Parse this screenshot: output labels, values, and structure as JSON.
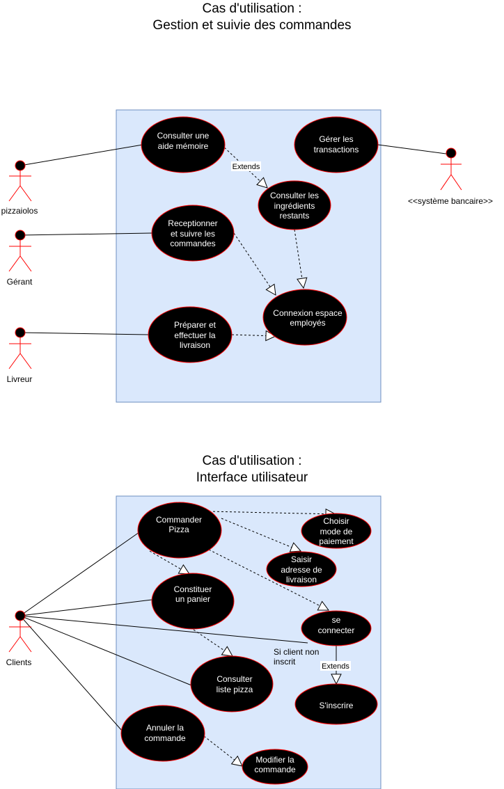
{
  "diagram1": {
    "title_line1": "Cas d'utilisation :",
    "title_line2": "Gestion et suivie des commandes",
    "actors": {
      "pizzaiolos": "pizzaiolos",
      "gerant": "Gérant",
      "livreur": "Livreur",
      "systeme_bancaire": "<<système bancaire>>"
    },
    "use_cases": {
      "consulter_aide": [
        "Consulter une",
        "aide mémoire"
      ],
      "gerer_transactions": [
        "Gérer les",
        "transactions"
      ],
      "consulter_ingredients": [
        "Consulter les",
        "ingrédients",
        "restants"
      ],
      "receptionner": [
        "Receptionner",
        "et suivre les",
        "commandes"
      ],
      "connexion": [
        "Connexion espace",
        "employés"
      ],
      "preparer": [
        "Préparer et",
        "effectuer la",
        "livraison"
      ]
    },
    "extends_label": "Extends"
  },
  "diagram2": {
    "title_line1": "Cas d'utilisation :",
    "title_line2": "Interface utilisateur",
    "actors": {
      "clients": "Clients"
    },
    "use_cases": {
      "commander": [
        "Commander",
        "Pizza"
      ],
      "choisir_paiement": [
        "Choisir",
        "mode de",
        "paiement"
      ],
      "saisir_adresse": [
        "Saisir",
        "adresse de",
        "livraison"
      ],
      "constituer_panier": [
        "Constituer",
        "un panier"
      ],
      "se_connecter": [
        "se",
        "connecter"
      ],
      "consulter_pizza": [
        "Consulter",
        "liste pizza"
      ],
      "sinscrire": [
        "S'inscrire"
      ],
      "annuler": [
        "Annuler la",
        "commande"
      ],
      "modifier": [
        "Modifier la",
        "commande"
      ]
    },
    "note": [
      "Si client non",
      "inscrit"
    ],
    "extends_label": "Extends"
  },
  "colors": {
    "system_fill": "#dae8fc",
    "system_stroke": "#6c8ebf",
    "usecase_fill": "#000000",
    "usecase_stroke": "#ff0000",
    "usecase_text": "#ffffff",
    "actor_stroke": "#ff0000"
  }
}
